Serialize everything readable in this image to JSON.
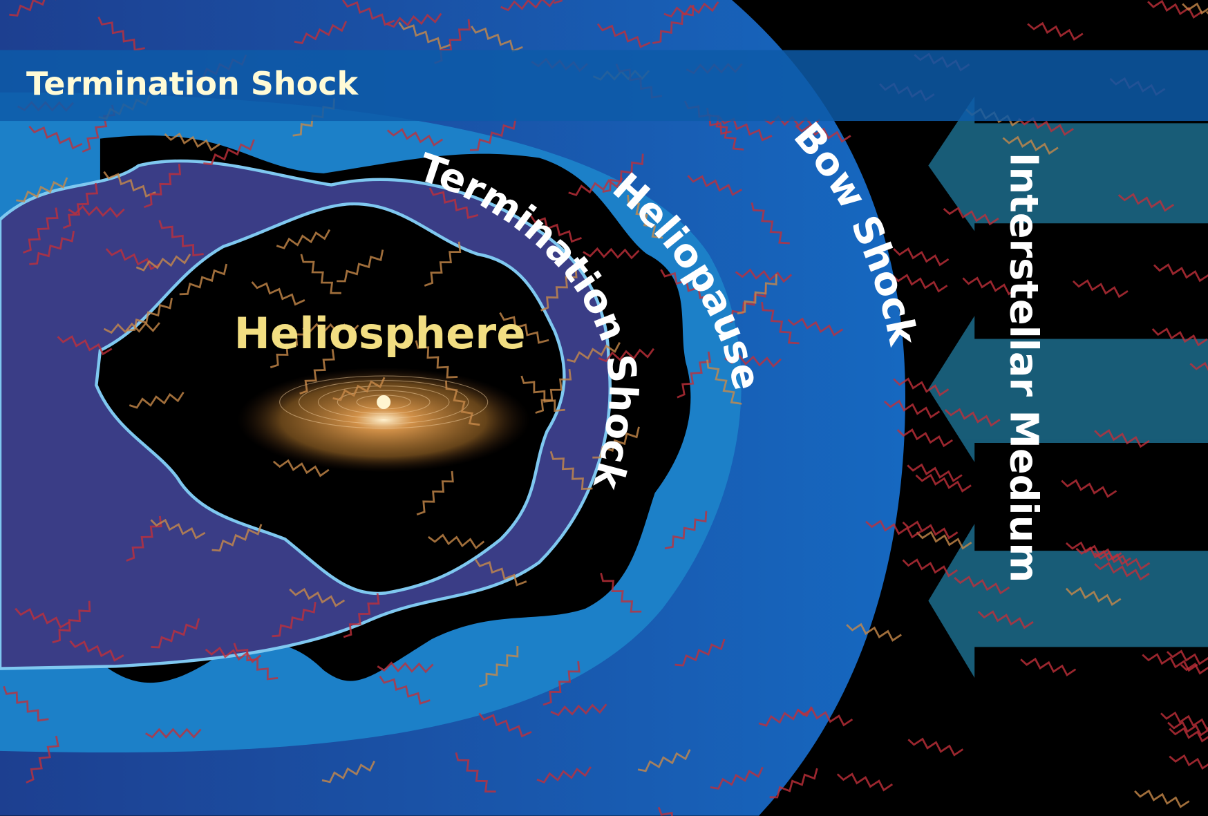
{
  "title": "Termination Shock",
  "labels": {
    "heliosphere": "Heliosphere",
    "termination_shock": "Termination Shock",
    "heliopause": "Heliopause",
    "bow_shock": "Bow Shock",
    "interstellar_medium": "Interstellar Medium"
  },
  "colors": {
    "background": "#000000",
    "bow_shock_region": "#1a5fb4",
    "heliopause_band": "#1c80c8",
    "termination_region": "#3a3d86",
    "boundary_line": "#7fc8f0",
    "heliosphere_label": "#f2de82",
    "title_text": "#fffbd6",
    "title_bar": "#0d5aa8",
    "arrows": "#1c6c8c",
    "squiggle_red": "#c0303a",
    "squiggle_orange": "#c8894a"
  }
}
